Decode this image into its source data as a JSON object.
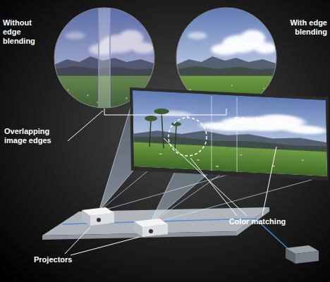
{
  "diagram": {
    "labels": [
      "Without edge blending",
      "With edge blending",
      "Overlapping image edges",
      "Edge blending",
      "Color matching",
      "Projectors"
    ]
  }
}
